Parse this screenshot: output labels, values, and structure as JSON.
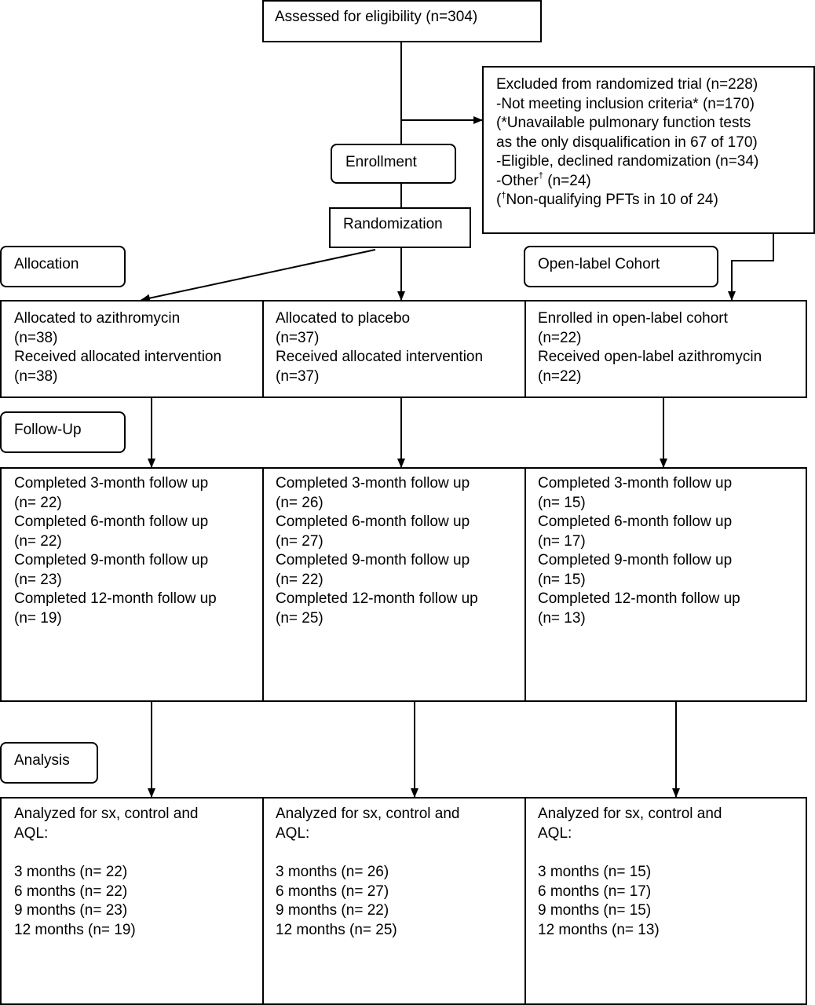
{
  "assessed": "Assessed for eligibility (n=304)",
  "excluded": {
    "line1": "Excluded from randomized trial (n=228)",
    "line2": "-Not meeting inclusion criteria* (n=170)",
    "line3": "(*Unavailable pulmonary function tests",
    "line4": "as the only disqualification in 67 of 170)",
    "line5": "-Eligible, declined randomization (n=34)",
    "line6a": "-Other",
    "line6sup": "†",
    "line6b": " (n=24)",
    "line7a": "(",
    "line7sup": "†",
    "line7b": "Non-qualifying PFTs in 10 of 24)"
  },
  "stages": {
    "enrollment": "Enrollment",
    "randomization": "Randomization",
    "allocation": "Allocation",
    "open_label_cohort": "Open-label Cohort",
    "follow_up": "Follow-Up",
    "analysis": "Analysis"
  },
  "allocation": [
    [
      "Allocated to azithromycin",
      "(n=38)",
      "Received allocated intervention",
      "(n=38)"
    ],
    [
      "Allocated to placebo",
      "(n=37)",
      "Received allocated intervention",
      "(n=37)"
    ],
    [
      "Enrolled in open-label cohort",
      "(n=22)",
      "Received open-label azithromycin",
      "(n=22)"
    ]
  ],
  "follow_up": [
    [
      "Completed 3-month follow up",
      "(n= 22)",
      "Completed 6-month follow up",
      "(n= 22)",
      "Completed 9-month follow up",
      "(n= 23)",
      "Completed 12-month follow up",
      "(n= 19)"
    ],
    [
      "Completed 3-month follow up",
      "(n= 26)",
      "Completed 6-month follow up",
      "(n= 27)",
      "Completed 9-month follow up",
      "(n= 22)",
      "Completed 12-month follow up",
      "(n= 25)"
    ],
    [
      "Completed 3-month follow up",
      "(n= 15)",
      "Completed 6-month follow up",
      "(n= 17)",
      "Completed 9-month follow up",
      "(n= 15)",
      "Completed 12-month follow up",
      "(n= 13)"
    ]
  ],
  "analysis": [
    {
      "header1": "Analyzed for sx, control and",
      "header2": "AQL:",
      "rows": [
        "3 months (n= 22)",
        "6 months (n= 22)",
        "9 months (n= 23)",
        "12 months (n= 19)"
      ]
    },
    {
      "header1": "Analyzed for sx, control and",
      "header2": "AQL:",
      "rows": [
        "3 months (n= 26)",
        "6 months (n= 27)",
        "9 months (n= 22)",
        "12 months (n= 25)"
      ]
    },
    {
      "header1": "Analyzed for sx, control and",
      "header2": "AQL:",
      "rows": [
        "3 months (n= 15)",
        "6 months (n= 17)",
        "9 months (n= 15)",
        "12 months (n= 13)"
      ]
    }
  ]
}
